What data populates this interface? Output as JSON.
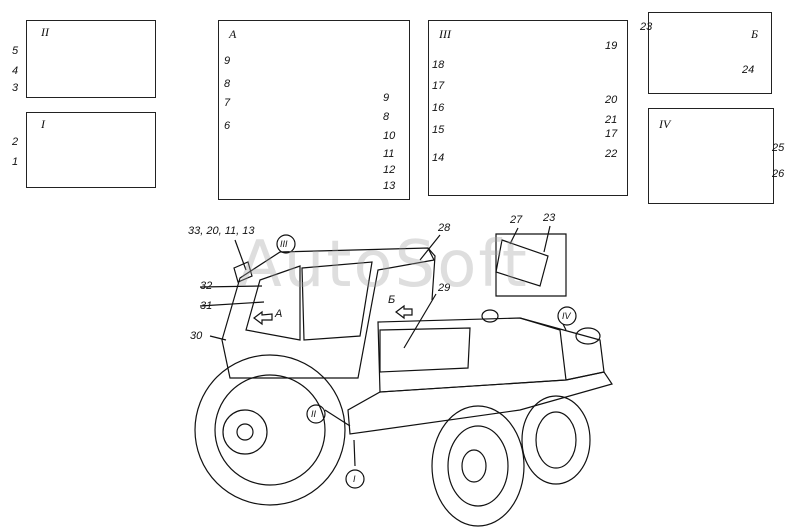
{
  "panels": {
    "p_II": {
      "title": "II",
      "callouts": [
        "5",
        "4",
        "3"
      ]
    },
    "p_I": {
      "title": "I",
      "callouts": [
        "2",
        "1"
      ]
    },
    "p_A": {
      "title": "A",
      "callouts": [
        "9",
        "8",
        "7",
        "6",
        "9",
        "8",
        "10",
        "11",
        "12",
        "13"
      ]
    },
    "p_III": {
      "title": "III",
      "callouts": [
        "18",
        "17",
        "16",
        "15",
        "14",
        "19",
        "20",
        "21",
        "17",
        "22"
      ]
    },
    "p_B": {
      "title": "Б",
      "callouts": [
        "23",
        "24"
      ]
    },
    "p_IV": {
      "title": "IV",
      "callouts": [
        "25",
        "26"
      ]
    }
  },
  "main": {
    "callouts": [
      "33, 20, 11, 13",
      "32",
      "31",
      "30",
      "28",
      "27",
      "23",
      "29"
    ],
    "view_marks": [
      "III",
      "A",
      "Б",
      "IV",
      "II",
      "I"
    ]
  },
  "watermark": "AutoSoft",
  "colors": {
    "ink": "#111111",
    "paper": "#ffffff",
    "watermark": "#a0a0a0"
  }
}
